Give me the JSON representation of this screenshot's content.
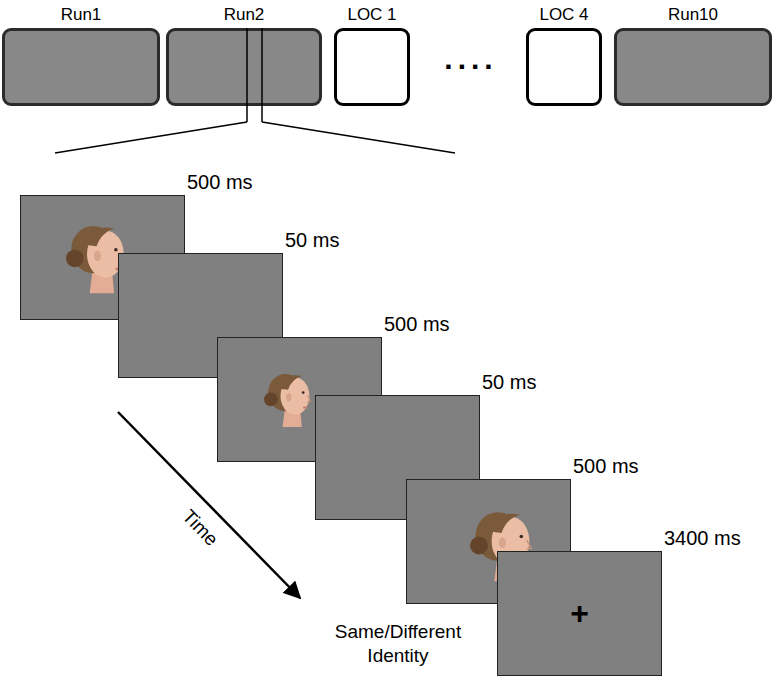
{
  "diagram": {
    "nodes": [
      {
        "text": [
          "Run1"
        ]
      },
      {
        "text": [
          "Run2"
        ]
      },
      {
        "text": [
          "LOC 1"
        ]
      },
      {
        "text": [
          "LOC 4"
        ]
      },
      {
        "text": [
          "Run10"
        ]
      },
      {
        "text": [
          "500 ms"
        ]
      },
      {
        "text": [
          "50 ms"
        ]
      },
      {
        "text": [
          "500 ms"
        ]
      },
      {
        "text": [
          "50 ms"
        ]
      },
      {
        "text": [
          "500 ms"
        ]
      },
      {
        "text": [
          "3400 ms",
          "+"
        ]
      }
    ],
    "labels": [
      "....",
      "Time",
      "Same/Different Identity"
    ]
  }
}
